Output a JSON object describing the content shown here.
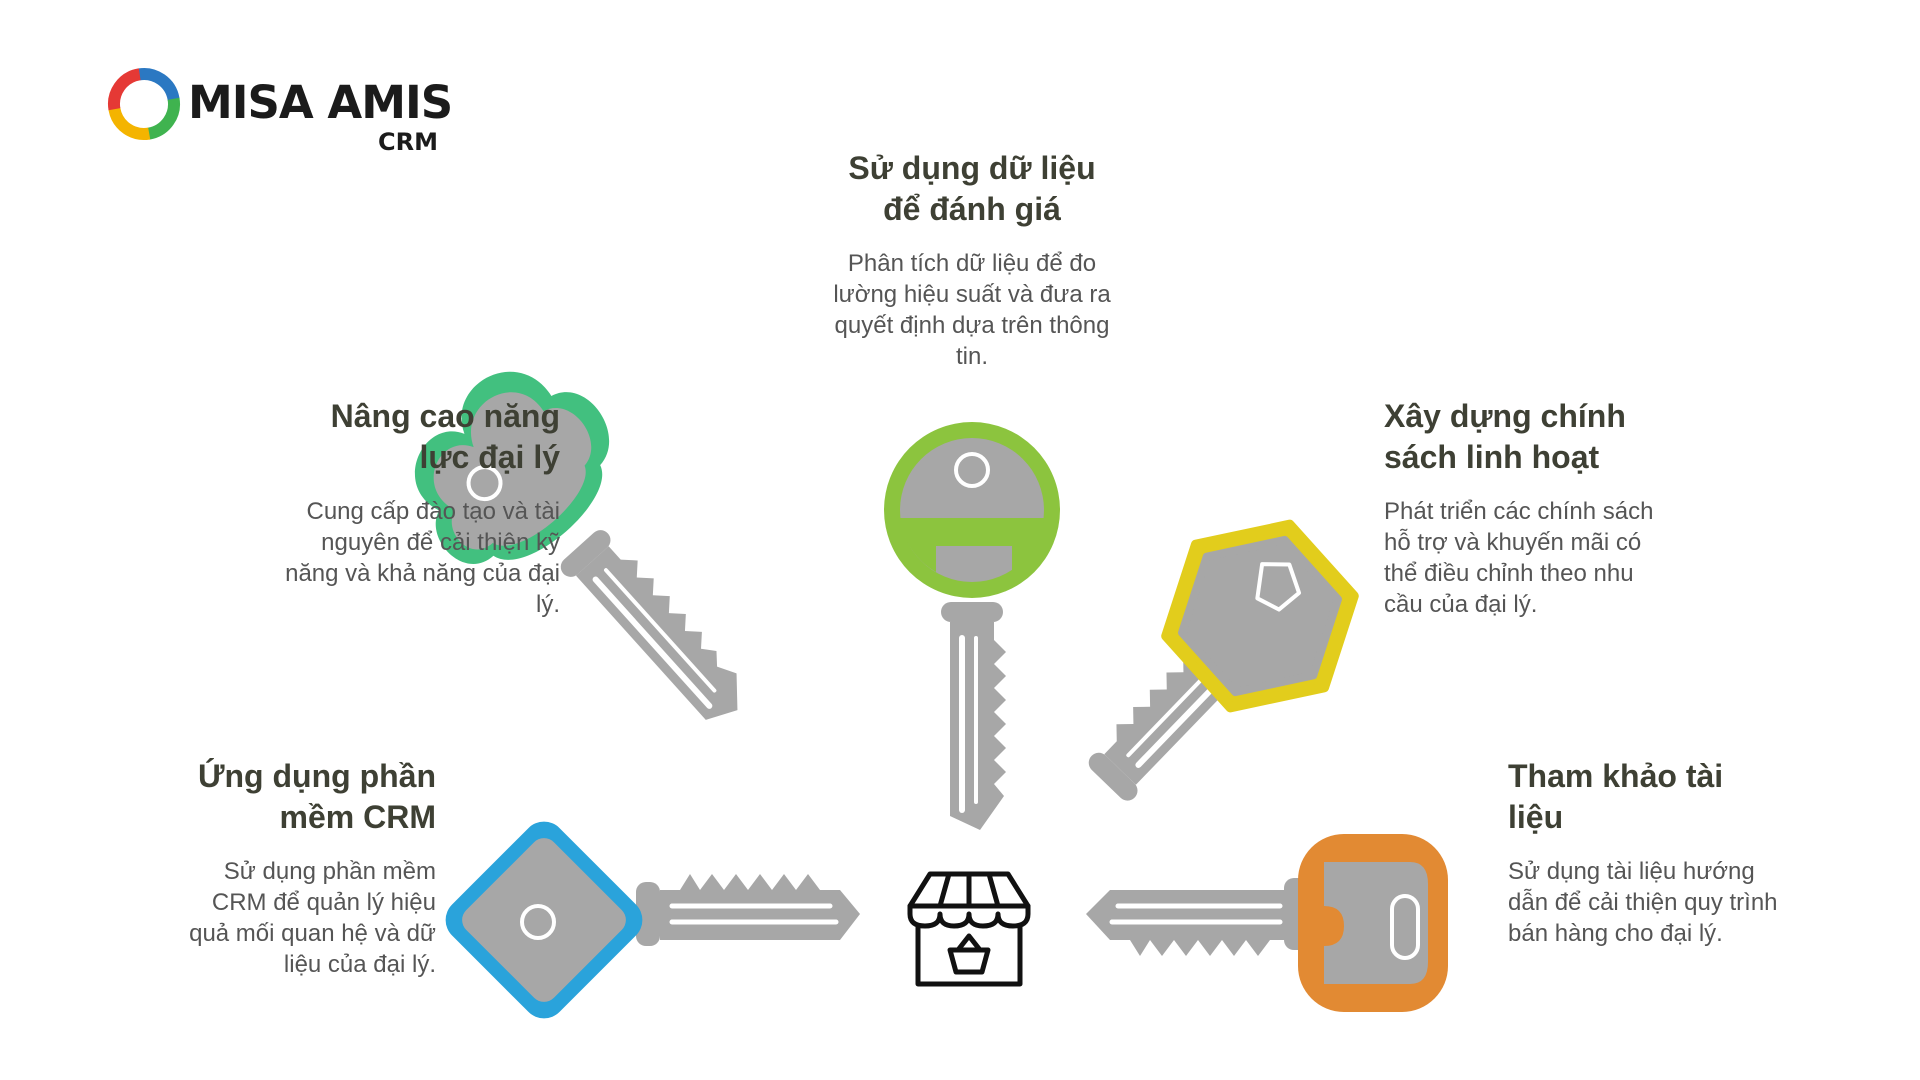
{
  "brand": {
    "name": "MISA AMIS",
    "product": "CRM"
  },
  "colors": {
    "key_gray": "#a7a7a7",
    "blue": "#2aa3db",
    "green": "#42c07f",
    "lime": "#8cc43e",
    "yellow": "#e2cd1c",
    "orange": "#e28a33"
  },
  "items": [
    {
      "title": "Sử dụng dữ liệu để đánh giá",
      "description": "Phân tích dữ liệu để đo lường hiệu suất và đưa ra quyết định dựa trên thông tin."
    },
    {
      "title": "Nâng cao năng lực đại lý",
      "description": "Cung cấp đào tạo và tài nguyên để cải thiện kỹ năng và khả năng của đại lý."
    },
    {
      "title": "Xây dựng chính sách linh hoạt",
      "description": "Phát triển các chính sách hỗ trợ và khuyến mãi có thể điều chỉnh theo nhu cầu của đại lý."
    },
    {
      "title": "Ứng dụng phần mềm CRM",
      "description": "Sử dụng phần mềm CRM để quản lý hiệu quả mối quan hệ và dữ liệu của đại lý."
    },
    {
      "title": "Tham khảo tài liệu",
      "description": "Sử dụng tài liệu hướng dẫn để cải thiện quy trình bán hàng cho đại lý."
    }
  ],
  "icons": {
    "center": "store-basket-icon",
    "logo": "misa-logo-icon"
  }
}
